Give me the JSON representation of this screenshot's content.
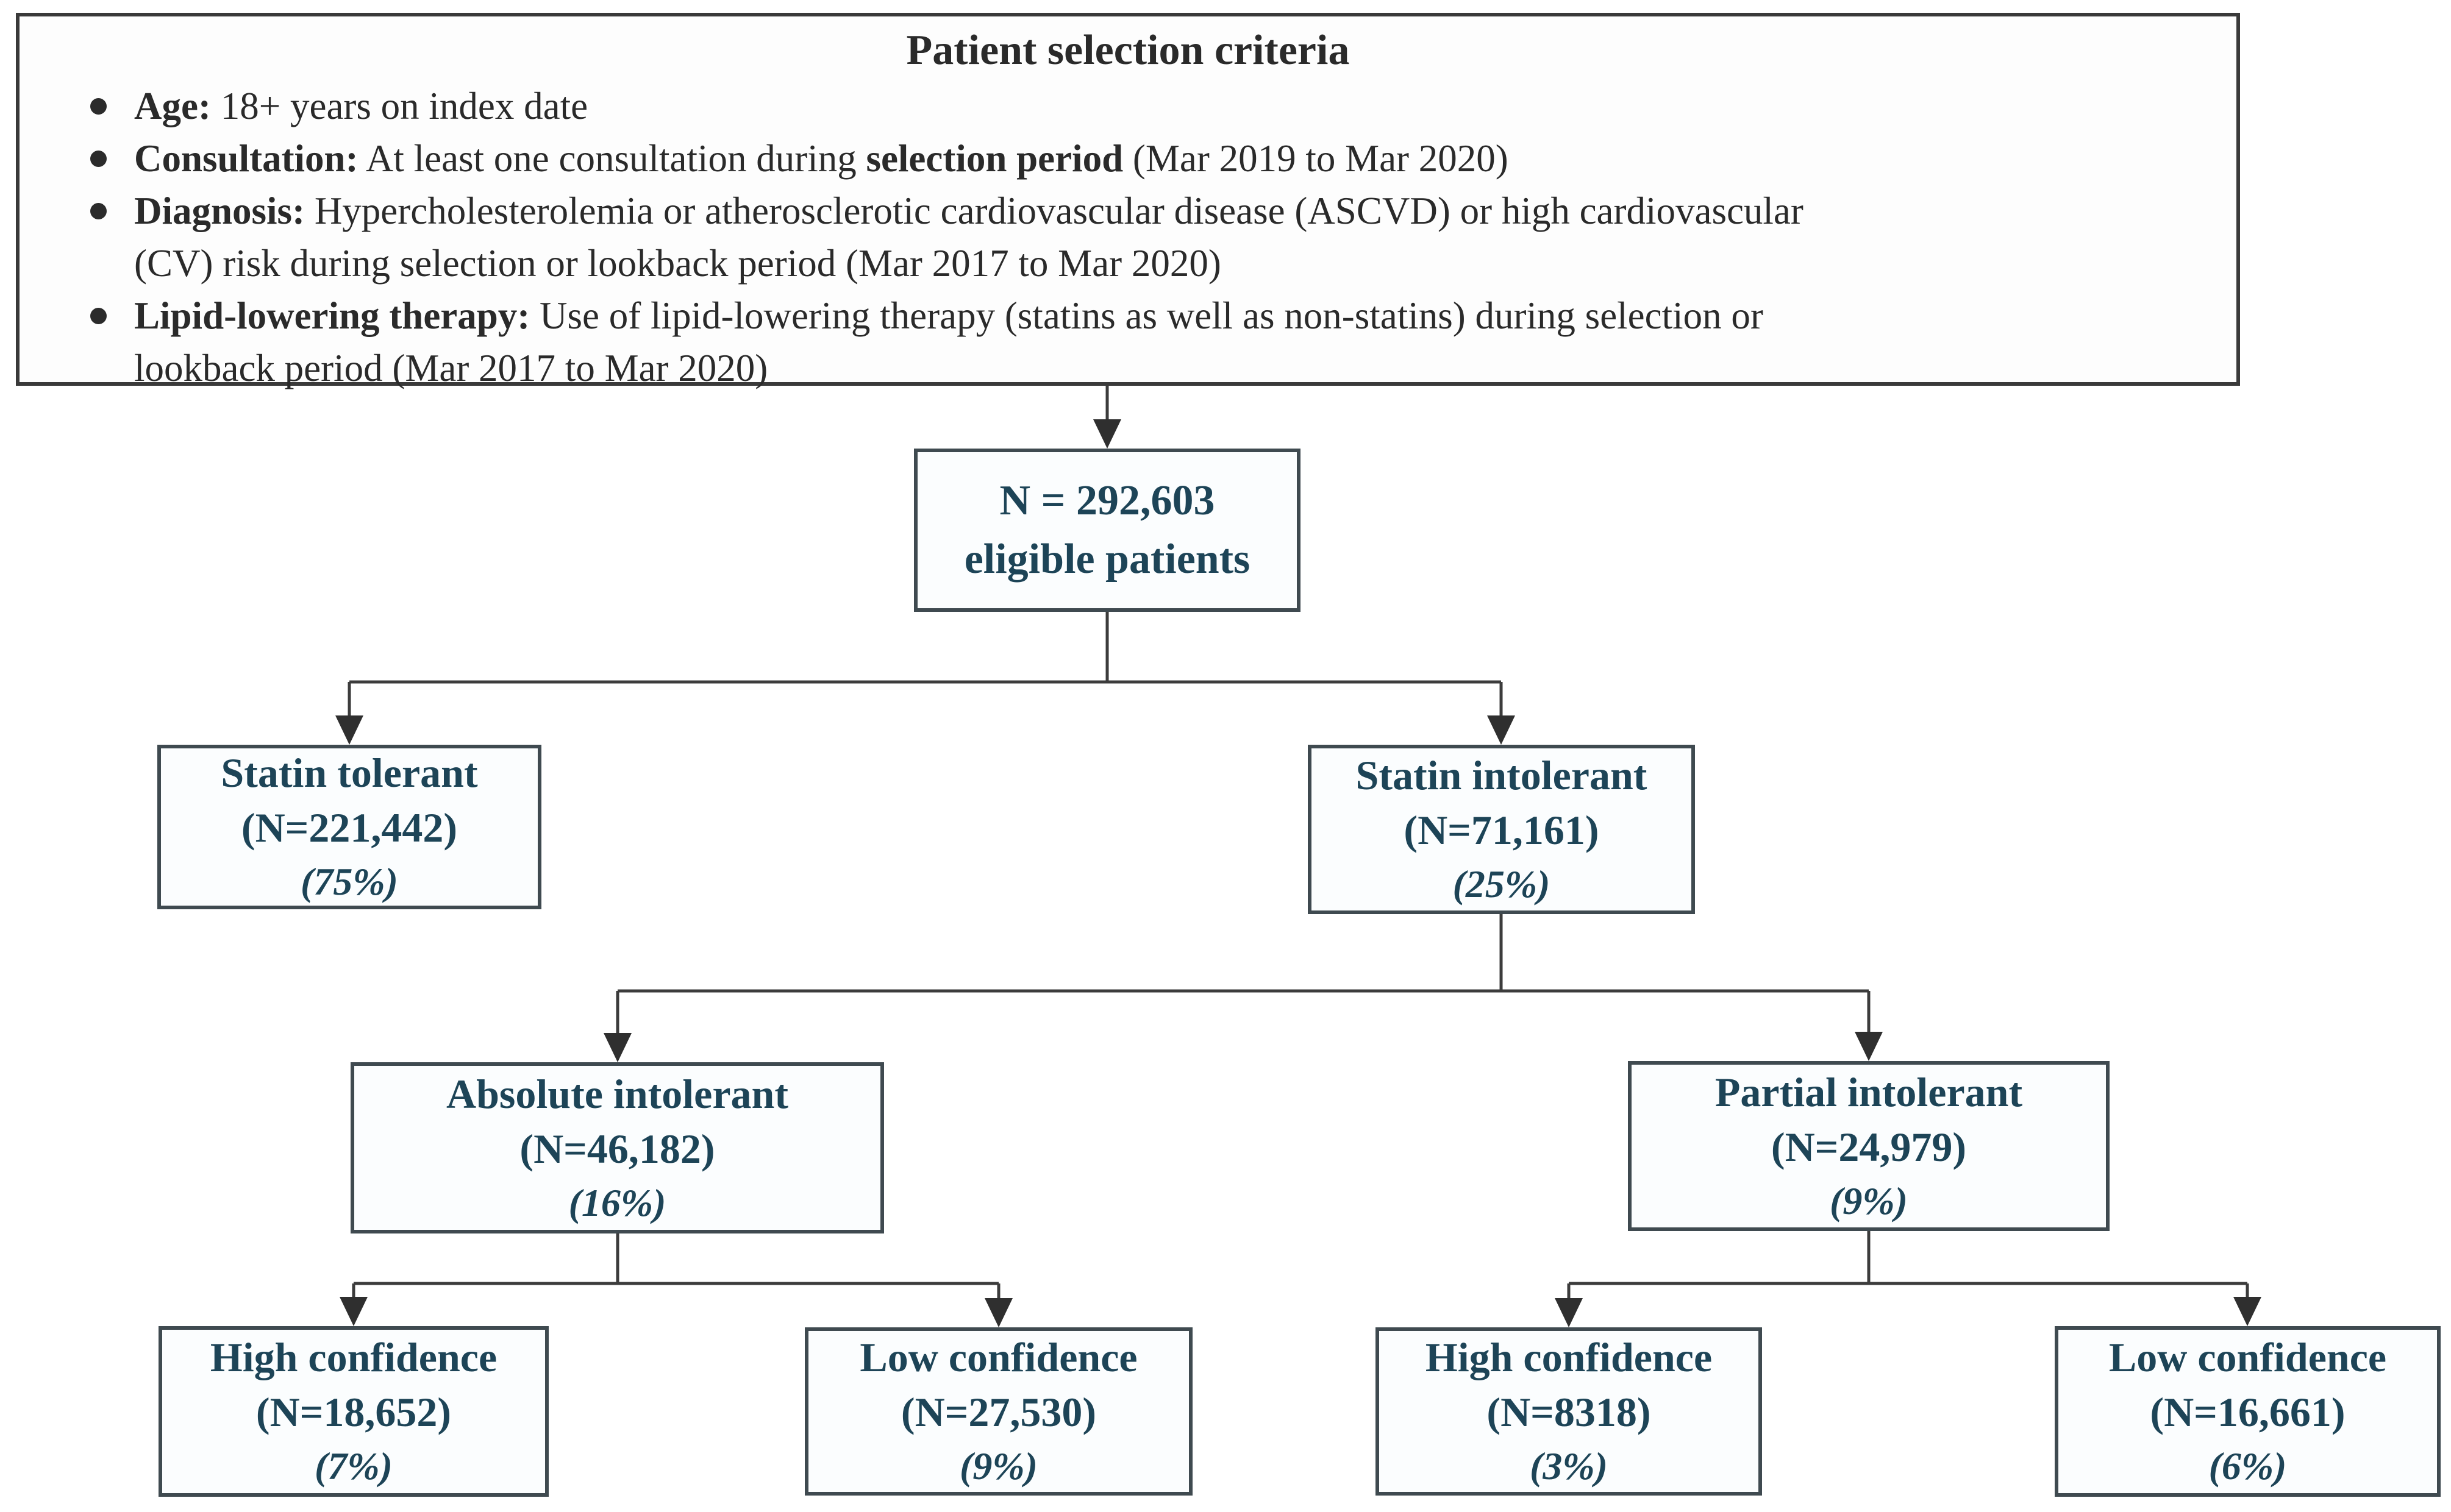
{
  "figure": {
    "type": "patient-flow-diagram",
    "colors": {
      "node_text": "#1d4457",
      "node_border": "#3f4a50",
      "node_fill": "#fbfdfe",
      "criteria_text": "#2a2a2a",
      "criteria_border": "#3a3a3a",
      "connector": "#3c3c3c",
      "background": "#ffffff"
    }
  },
  "criteria": {
    "title": "Patient selection criteria",
    "bullets": [
      {
        "lines": [
          [
            {
              "b": "Age:"
            },
            {
              "t": " 18+ years on index date"
            }
          ]
        ]
      },
      {
        "lines": [
          [
            {
              "b": "Consultation:"
            },
            {
              "t": " At least one consultation during "
            },
            {
              "b": "selection period"
            },
            {
              "t": " (Mar 2019 to Mar 2020)"
            }
          ]
        ]
      },
      {
        "lines": [
          [
            {
              "b": "Diagnosis:"
            },
            {
              "t": " Hypercholesterolemia or atherosclerotic cardiovascular disease (ASCVD) or high cardiovascular"
            }
          ],
          [
            {
              "t": "(CV) risk during selection or lookback period (Mar 2017 to Mar 2020)"
            }
          ]
        ]
      },
      {
        "lines": [
          [
            {
              "b": "Lipid-lowering therapy:"
            },
            {
              "t": " Use of lipid-lowering therapy (statins as well as non-statins) during selection or"
            }
          ],
          [
            {
              "t": "lookback period (Mar 2017 to Mar 2020)"
            }
          ]
        ]
      }
    ]
  },
  "nodes": {
    "eligible": {
      "line1": "N = 292,603",
      "line2": "eligible patients"
    },
    "statin_tolerant": {
      "title": "Statin tolerant",
      "n": "(N=221,442)",
      "pct": "(75%)"
    },
    "statin_intolerant": {
      "title": "Statin intolerant",
      "n": "(N=71,161)",
      "pct": "(25%)"
    },
    "absolute_intolerant": {
      "title": "Absolute intolerant",
      "n": "(N=46,182)",
      "pct": "(16%)"
    },
    "partial_intolerant": {
      "title": "Partial intolerant",
      "n": "(N=24,979)",
      "pct": "(9%)"
    },
    "high_conf_abs": {
      "title": "High confidence",
      "n": "(N=18,652)",
      "pct": "(7%)"
    },
    "low_conf_abs": {
      "title": "Low confidence",
      "n": "(N=27,530)",
      "pct": "(9%)"
    },
    "high_conf_part": {
      "title": "High confidence",
      "n": "(N=8318)",
      "pct": "(3%)"
    },
    "low_conf_part": {
      "title": "Low confidence",
      "n": "(N=16,661)",
      "pct": "(6%)"
    }
  }
}
